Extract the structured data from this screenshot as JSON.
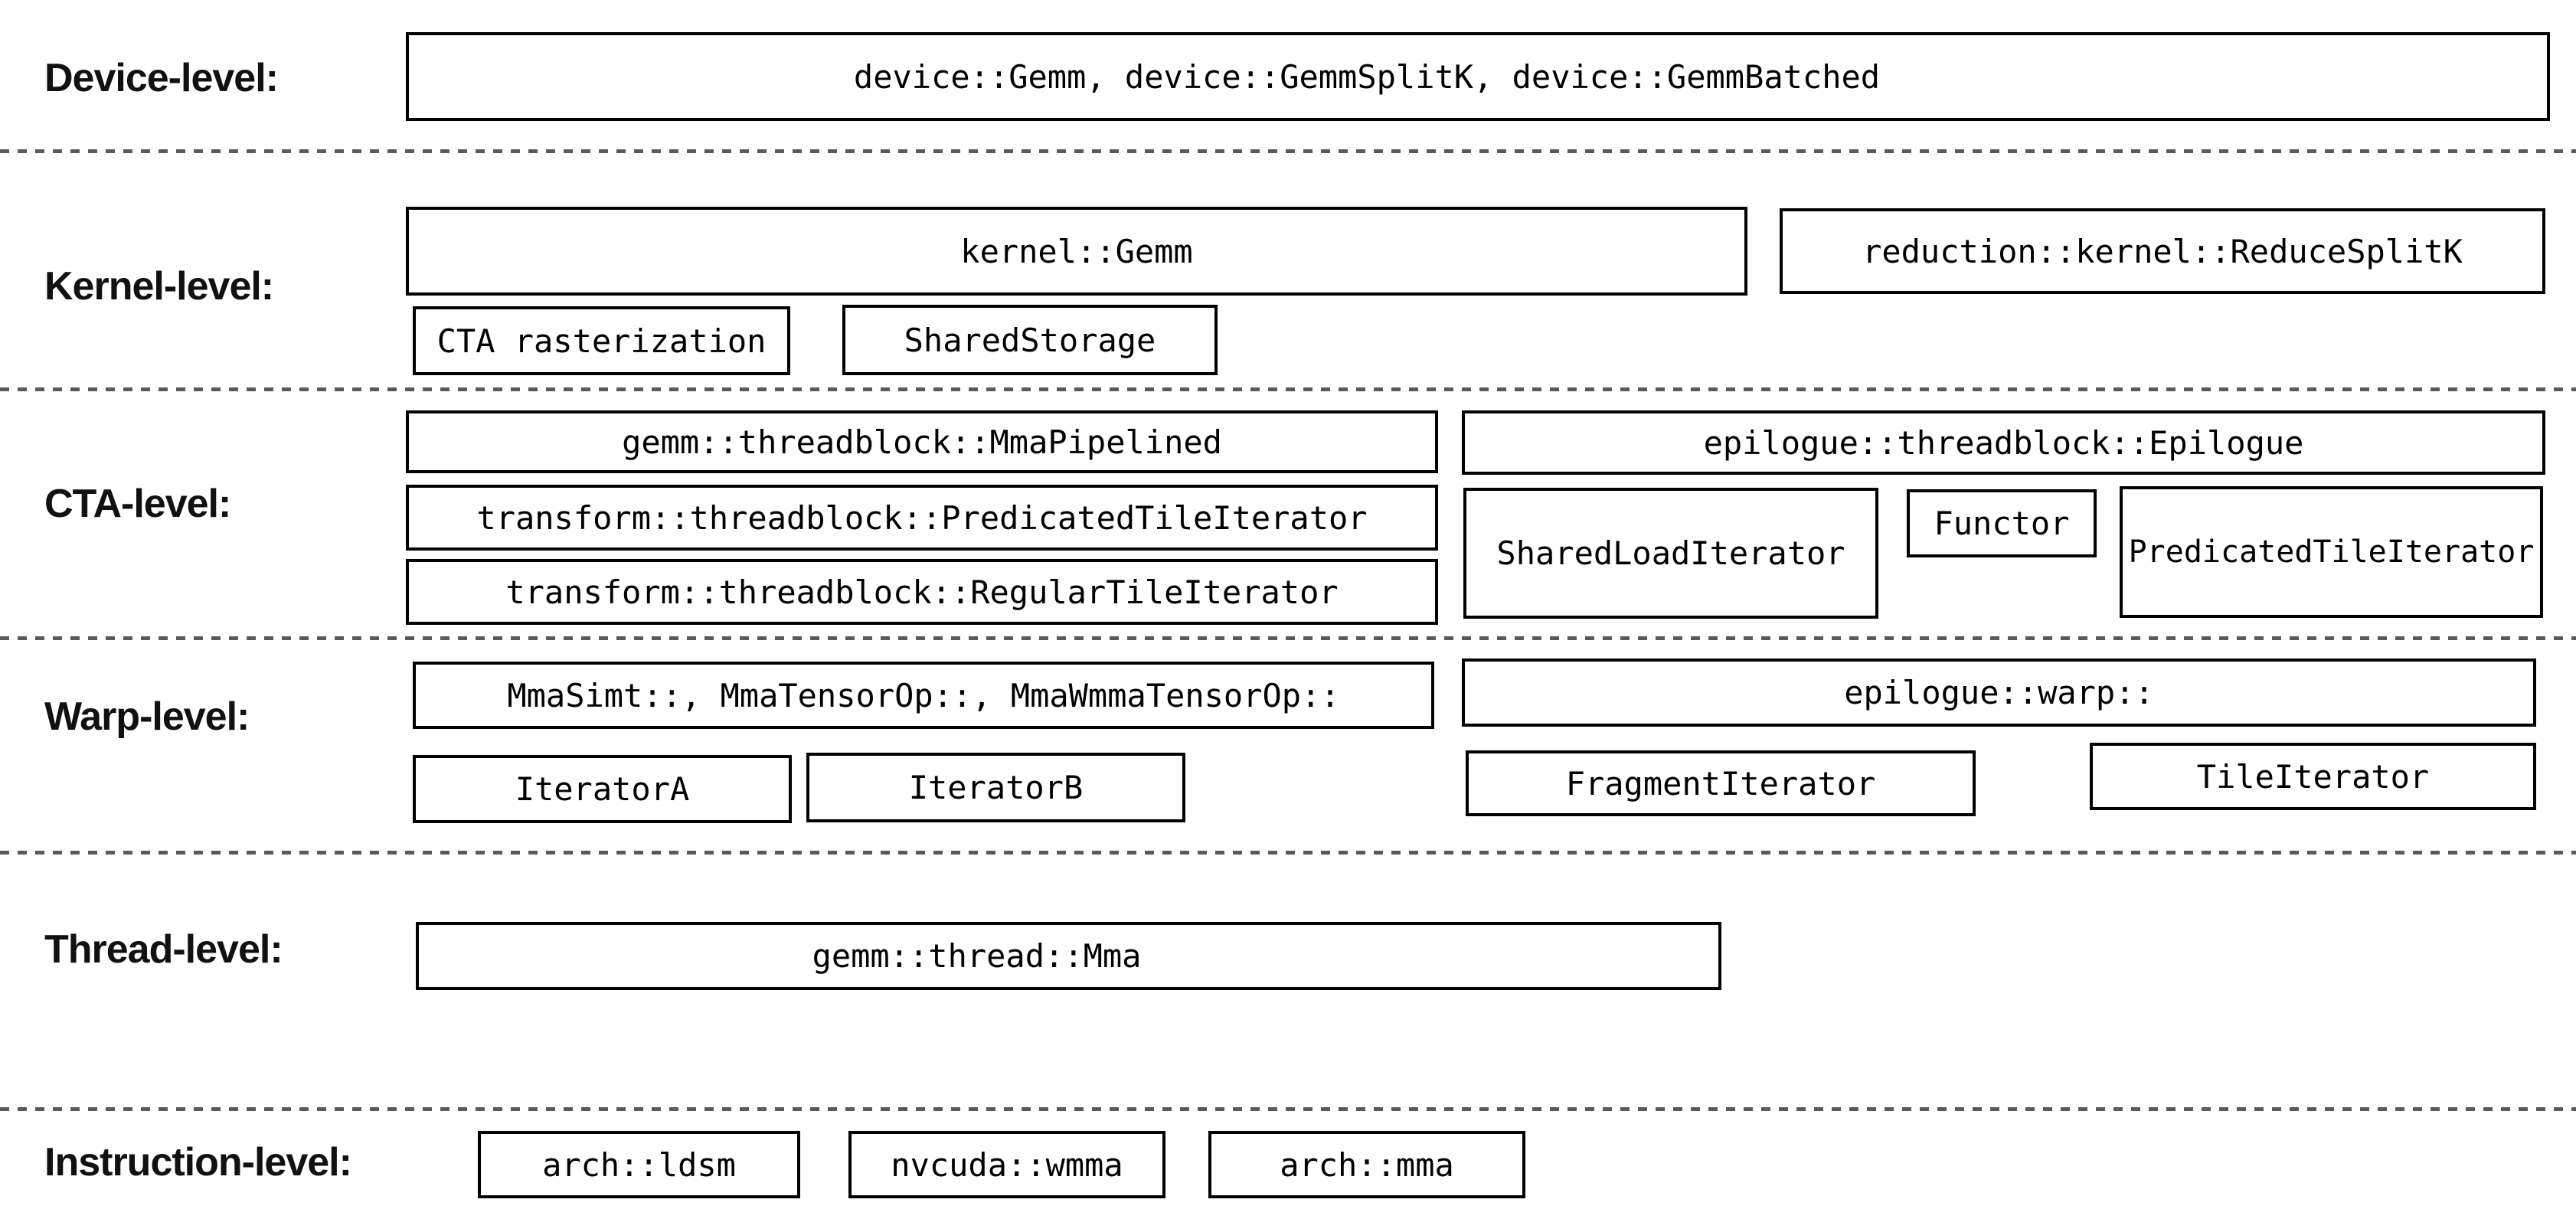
{
  "labels": {
    "device": "Device-level:",
    "kernel": "Kernel-level:",
    "cta": "CTA-level:",
    "warp": "Warp-level:",
    "thread": "Thread-level:",
    "instruction": "Instruction-level:"
  },
  "boxes": {
    "device_gemm": "device::Gemm, device::GemmSplitK, device::GemmBatched",
    "kernel_gemm": "kernel::Gemm",
    "reduce_splitk": "reduction::kernel::ReduceSplitK",
    "cta_rasterization": "CTA rasterization",
    "shared_storage": "SharedStorage",
    "mma_pipelined": "gemm::threadblock::MmaPipelined",
    "predicated_tile_iterator": "transform::threadblock::PredicatedTileIterator",
    "regular_tile_iterator": "transform::threadblock::RegularTileIterator",
    "epilogue_threadblock": "epilogue::threadblock::Epilogue",
    "shared_load_iterator": "SharedLoadIterator",
    "functor": "Functor",
    "epilogue_predicated_tile_iterator": "PredicatedTileIterator",
    "warp_mma": "MmaSimt::, MmaTensorOp::, MmaWmmaTensorOp::",
    "warp_epilogue": "epilogue::warp::",
    "iterator_a": "IteratorA",
    "iterator_b": "IteratorB",
    "fragment_iterator": "FragmentIterator",
    "tile_iterator": "TileIterator",
    "thread_mma": "gemm::thread::Mma",
    "arch_ldsm": "arch::ldsm",
    "nvcuda_wmma": "nvcuda::wmma",
    "arch_mma": "arch::mma"
  },
  "colors": {
    "background": "#ffffff",
    "box_border": "#000000",
    "box_text": "#000000",
    "label_text": "#111111",
    "separator": "#5a5a5a"
  }
}
